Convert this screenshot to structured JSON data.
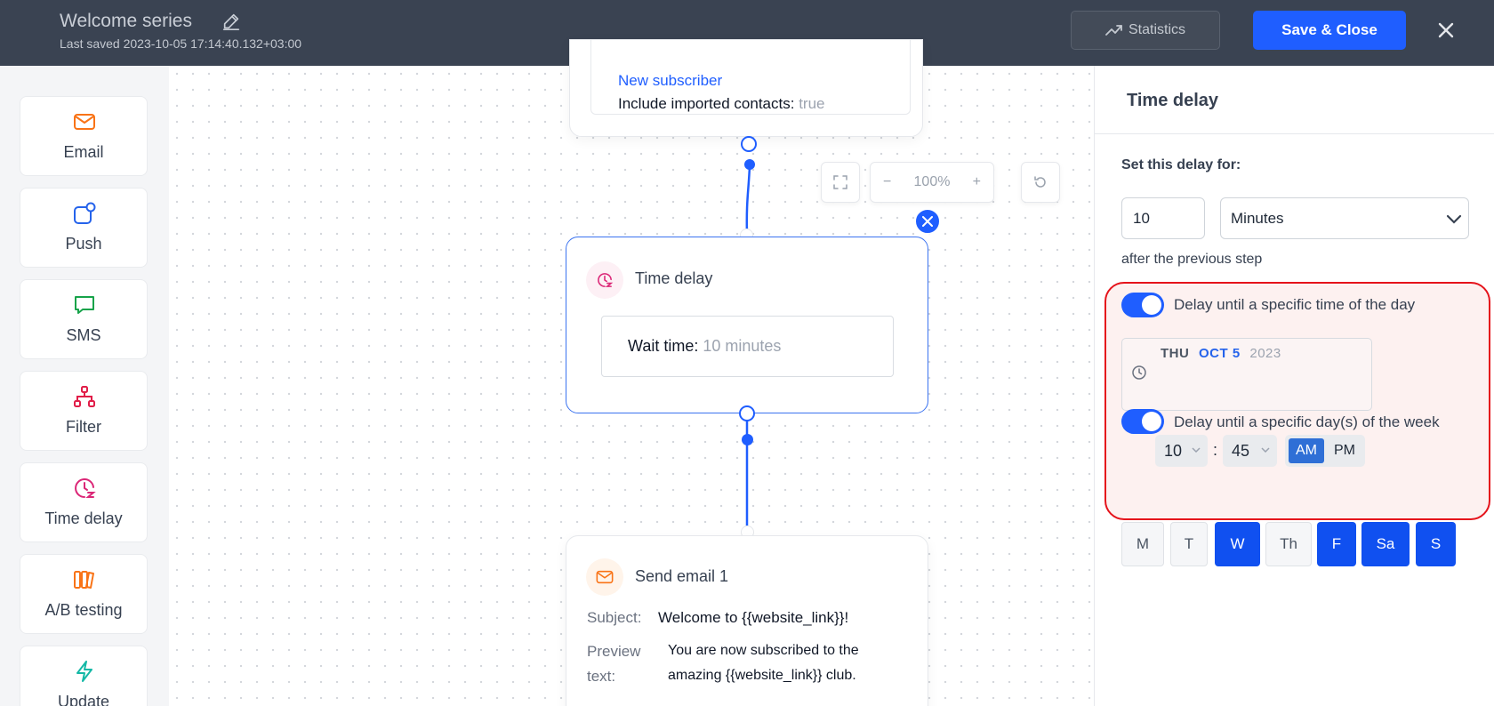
{
  "header": {
    "title": "Welcome series",
    "last_saved": "Last saved 2023-10-05 17:14:40.132+03:00",
    "statistics_label": "Statistics",
    "save_close_label": "Save & Close"
  },
  "sidebar": {
    "items": [
      {
        "label": "Email",
        "icon": "mail-icon",
        "color": "#f97316"
      },
      {
        "label": "Push",
        "icon": "push-icon",
        "color": "#2563eb"
      },
      {
        "label": "SMS",
        "icon": "chat-icon",
        "color": "#16a34a"
      },
      {
        "label": "Filter",
        "icon": "filter-icon",
        "color": "#e11d48"
      },
      {
        "label": "Time delay",
        "icon": "clock-icon",
        "color": "#db2777"
      },
      {
        "label": "A/B testing",
        "icon": "ab-testing-icon",
        "color": "#f97316"
      },
      {
        "label": "Update",
        "icon": "lightning-icon",
        "color": "#14b8a6"
      }
    ]
  },
  "canvas": {
    "trigger_node": {
      "name": "New subscriber",
      "option_label": "Include imported contacts:",
      "option_value": "true"
    },
    "zoom": "100%",
    "zoom_out": "−",
    "zoom_in": "+",
    "delay_node": {
      "title": "Time delay",
      "wait_label": "Wait time:",
      "wait_value": "10 minutes"
    },
    "email_node": {
      "title": "Send email 1",
      "subject_label": "Subject:",
      "subject_value": "Welcome to {{website_link}}!",
      "preview_label_1": "Preview",
      "preview_label_2": "text:",
      "preview_value_1": "You are now subscribed to the",
      "preview_value_2": "amazing {{website_link}} club."
    }
  },
  "panel": {
    "title": "Time delay",
    "set_delay_label": "Set this delay for:",
    "delay_value": "10",
    "delay_unit": "Minutes",
    "after_text": "after the previous step",
    "time_toggle_label": "Delay until a specific time of the day",
    "time_toggle_on": true,
    "date": {
      "weekday": "THU",
      "month_day": "OCT 5",
      "year": "2023"
    },
    "hour": "10",
    "colon": ":",
    "minute": "45",
    "am": "AM",
    "pm": "PM",
    "selected_meridiem": "AM",
    "days_toggle_label": "Delay until a specific day(s) of the week",
    "days_toggle_on": true,
    "days": [
      {
        "label": "M",
        "selected": false
      },
      {
        "label": "T",
        "selected": false
      },
      {
        "label": "W",
        "selected": true
      },
      {
        "label": "Th",
        "selected": false
      },
      {
        "label": "F",
        "selected": true
      },
      {
        "label": "Sa",
        "selected": true
      },
      {
        "label": "S",
        "selected": true
      }
    ]
  },
  "colors": {
    "accent": "#1f5eff",
    "header_bg": "#3a4352",
    "highlight_border": "#e5131b",
    "highlight_fill": "#fdf1f0"
  }
}
